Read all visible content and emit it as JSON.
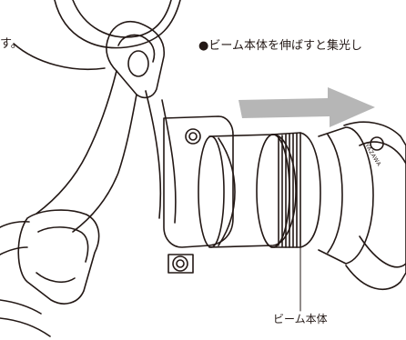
{
  "captions": {
    "left_fragment": "す。",
    "top_note": "●ビーム本体を伸ばすと集光し",
    "bottom_label": "ビーム本体"
  },
  "brand": {
    "name": "YAZAWA"
  },
  "colors": {
    "line": "#231815",
    "arrow": "#a9a9a9",
    "background": "#ffffff"
  },
  "icons": {
    "arrow": "direction-arrow-icon",
    "headlamp": "headlamp-illustration"
  }
}
